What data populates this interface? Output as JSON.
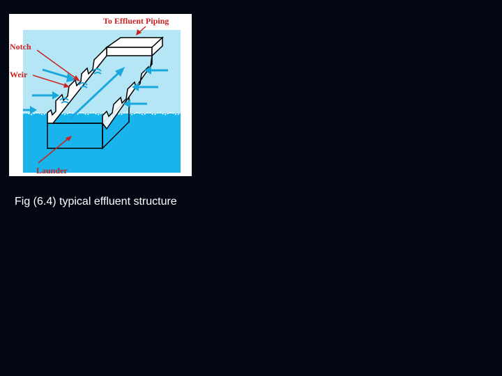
{
  "figure": {
    "labels": {
      "to_effluent_piping": "To Effluent Piping",
      "notch": "Notch",
      "weir": "Weir",
      "launder": "Launder"
    },
    "colors": {
      "sky": "#b5e6f6",
      "water": "#19b4ec",
      "arrow": "#1aa7dd",
      "label": "#cc2222"
    }
  },
  "caption": "Fig (6.4) typical effluent structure"
}
